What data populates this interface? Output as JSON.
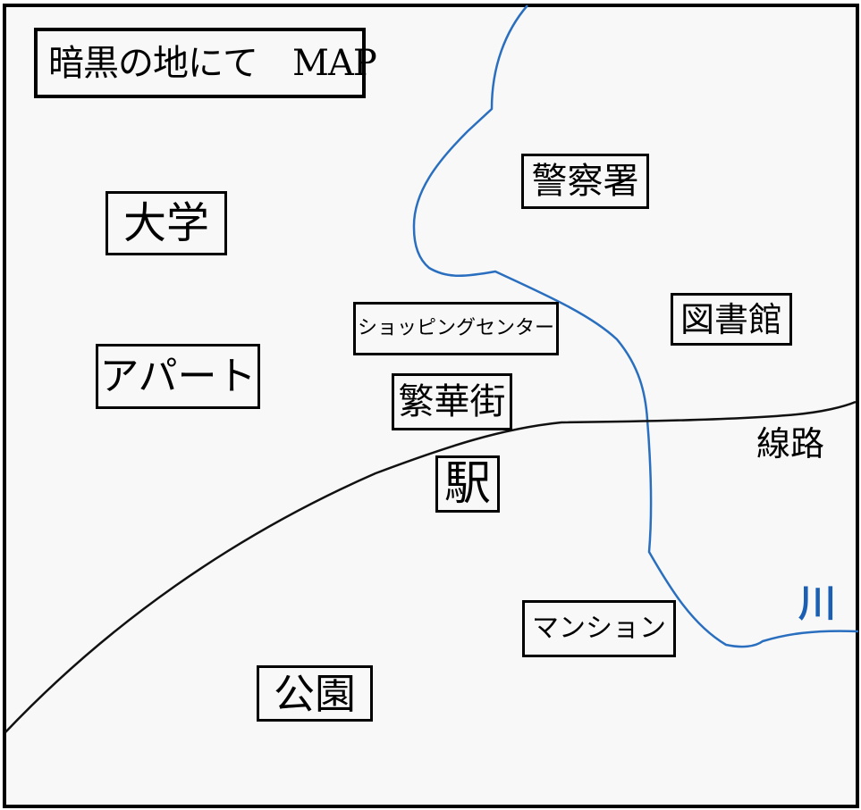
{
  "map": {
    "title": "暗黒の地にて　MAP",
    "background_color": "#f8f8f8",
    "frame_color": "#000000",
    "river_color": "#2a6fbf",
    "rail_color": "#111111",
    "places": [
      {
        "id": "university",
        "label": "大学"
      },
      {
        "id": "police-station",
        "label": "警察署"
      },
      {
        "id": "shopping-center",
        "label": "ショッピングセンター"
      },
      {
        "id": "library",
        "label": "図書館"
      },
      {
        "id": "apartment",
        "label": "アパート"
      },
      {
        "id": "downtown",
        "label": "繁華街"
      },
      {
        "id": "station",
        "label": "駅"
      },
      {
        "id": "mansion",
        "label": "マンション"
      },
      {
        "id": "park",
        "label": "公園"
      }
    ],
    "features": {
      "railway_label": "線路",
      "river_label": "川"
    }
  }
}
